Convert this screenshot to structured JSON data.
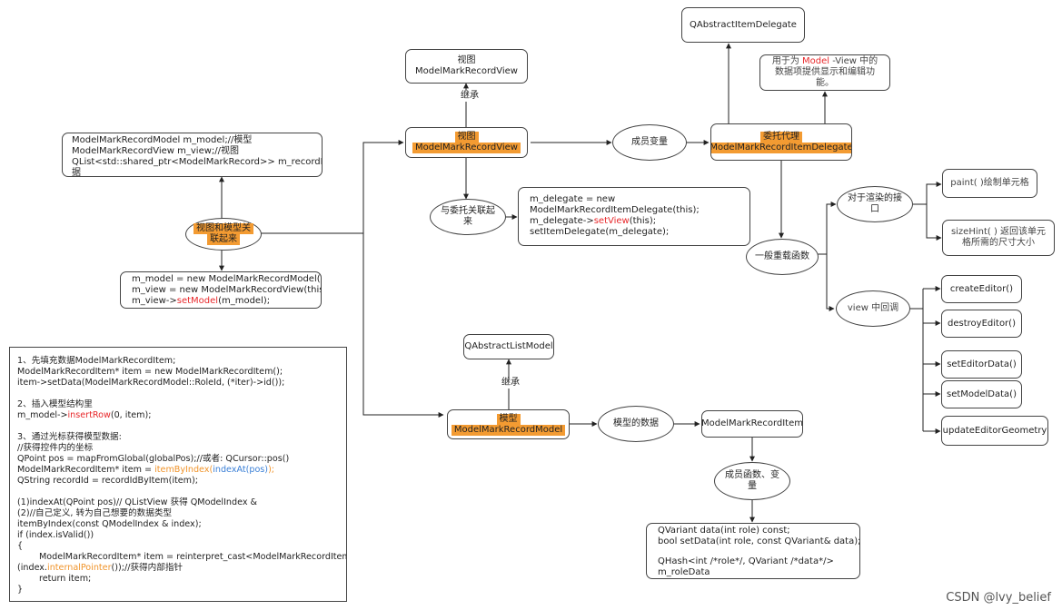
{
  "nodes": {
    "view_top": {
      "line1": "视图",
      "line2": "ModelMarkRecordView"
    },
    "inherit_view": "继承",
    "qaid_top": "QAbstractItemDelegate",
    "delegate_note": {
      "pre": "用于为",
      "model": "Model",
      "post": "-View 中的",
      "line2": "数据项提供显示和编辑功",
      "line3": "能。"
    },
    "members_code": {
      "line1": "ModelMarkRecordModel m_model;//模型",
      "line2": "ModelMarkRecordView m_view;//视图",
      "line3": "QList<std::shared_ptr<ModelMarkRecord>> m_recordList;//模型数",
      "line4": "据"
    },
    "view_main": {
      "line1": "视图",
      "line2": "ModelMarkRecordView"
    },
    "member_var": "成员变量",
    "delegate_main": {
      "line1": "委托代理",
      "line2": "ModelMarkRecordItemDelegate"
    },
    "relate_delegate": {
      "line1": "与委托关联起",
      "line2": "来"
    },
    "delegate_code": {
      "line1": "m_delegate = new",
      "line2": "ModelMarkRecordItemDelegate(this);",
      "line3a": "m_delegate->",
      "line3b": "setView",
      "line3c": "(this);",
      "line4": "setItemDelegate(m_delegate);"
    },
    "view_model_relate": {
      "line1": "视图和模型关",
      "line2": "联起来"
    },
    "init_code": {
      "line1": "m_model = new ModelMarkRecordModel(this);",
      "line2": "m_view = new ModelMarkRecordView(this);",
      "line3a": "m_view->",
      "line3b": "setModel",
      "line3c": "(m_model);"
    },
    "render_iface": {
      "line1": "对于渲染的接",
      "line2": "口"
    },
    "paint": "paint( )绘制单元格",
    "sizehint": {
      "line1": "sizeHint( ) 返回该单元",
      "line2": "格所需的尺寸大小"
    },
    "overload": "一般重载函数",
    "view_callback": "view 中回调",
    "create_editor": "createEditor()",
    "destroy_editor": "destroyEditor()",
    "set_editor_data": "setEditorData()",
    "set_model_data": "setModelData()",
    "update_geometry": "updateEditorGeometry",
    "qalm": "QAbstractListModel",
    "inherit_model": "继承",
    "model_main": {
      "line1": "模型",
      "line2": "ModelMarkRecordModel"
    },
    "model_data": "模型的数据",
    "record_item": "ModelMarkRecordItem",
    "member_func": {
      "line1": "成员函数、变",
      "line2": "量"
    },
    "item_code": {
      "line1": "QVariant data(int role) const;",
      "line2": "bool setData(int role, const QVariant& data);",
      "line3": "QHash<int /*role*/, QVariant /*data*/>",
      "line4": "m_roleData"
    }
  },
  "notes": {
    "l01": "1、先填充数据ModelMarkRecordItem;",
    "l02": "ModelMarkRecordItem* item = new ModelMarkRecordItem();",
    "l03": "item->setData(ModelMarkRecordModel::RoleId, (*iter)->id());",
    "l04": "2、插入模型结构里",
    "l05a": "m_model->",
    "l05b": "insertRow",
    "l05c": "(0, item);",
    "l06": "3、通过光标获得模型数据:",
    "l07": "//获得控件内的坐标",
    "l08": "QPoint pos = mapFromGlobal(globalPos);//或者: QCursor::pos()",
    "l09a": "ModelMarkRecordItem* item = ",
    "l09b": "itemByIndex(",
    "l09c": "indexAt(pos)",
    "l09d": ");",
    "l10": "QString recordId = recordIdByItem(item);",
    "l11": "(1)indexAt(QPoint pos)// QListView 获得 QModelIndex &",
    "l12": "(2)//自己定义, 转为自己想要的数据类型",
    "l13": "itemByIndex(const QModelIndex & index);",
    "l14": "if (index.isValid())",
    "l15": "{",
    "l16": "ModelMarkRecordItem* item = reinterpret_cast<ModelMarkRecordItem*>",
    "l17a": "(index.",
    "l17b": "internalPointer",
    "l17c": "());//获得内部指针",
    "l18": "return item;",
    "l19": "}"
  },
  "watermark": "CSDN @lvy_belief"
}
